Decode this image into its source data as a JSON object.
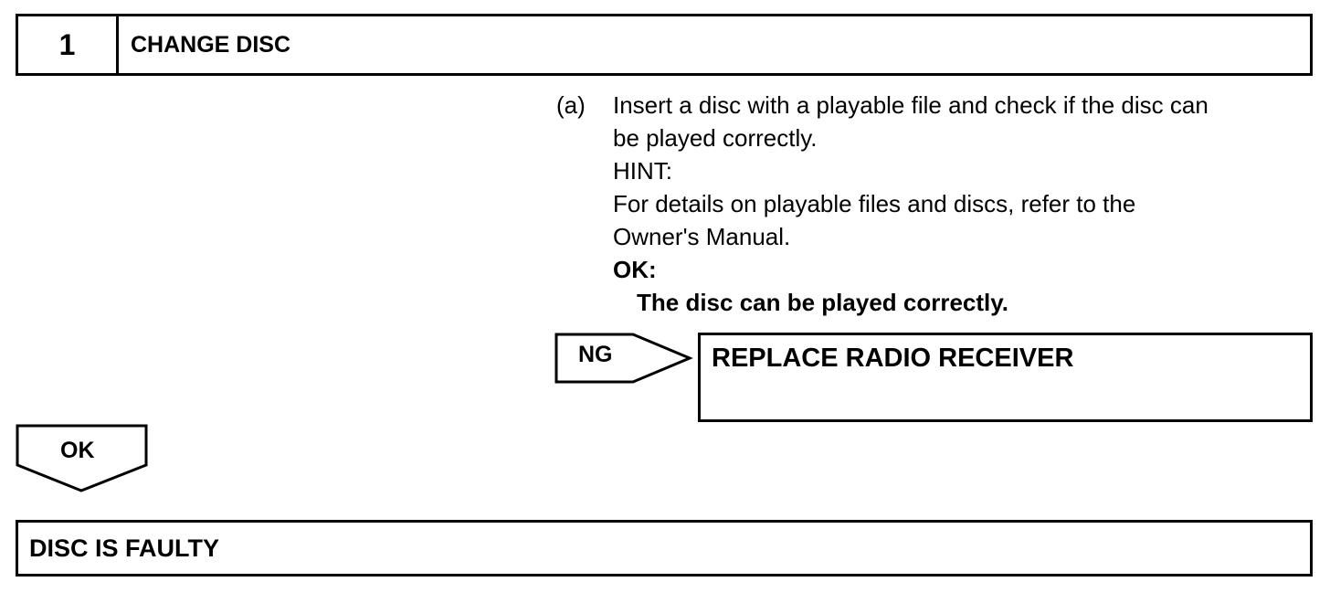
{
  "step": {
    "number": "1",
    "title": "CHANGE DISC"
  },
  "instruction": {
    "marker": "(a)",
    "line1": "Insert a disc with a playable file and check if the disc can",
    "line2": "be played correctly.",
    "hint_label": "HINT:",
    "hint_line1": "For details on playable files and discs, refer to the",
    "hint_line2": "Owner's Manual.",
    "ok_label": "OK:",
    "ok_criteria": "The disc can be played correctly."
  },
  "ng_branch": {
    "label": "NG",
    "result": "REPLACE RADIO RECEIVER"
  },
  "ok_branch": {
    "label": "OK",
    "result": "DISC IS FAULTY"
  }
}
